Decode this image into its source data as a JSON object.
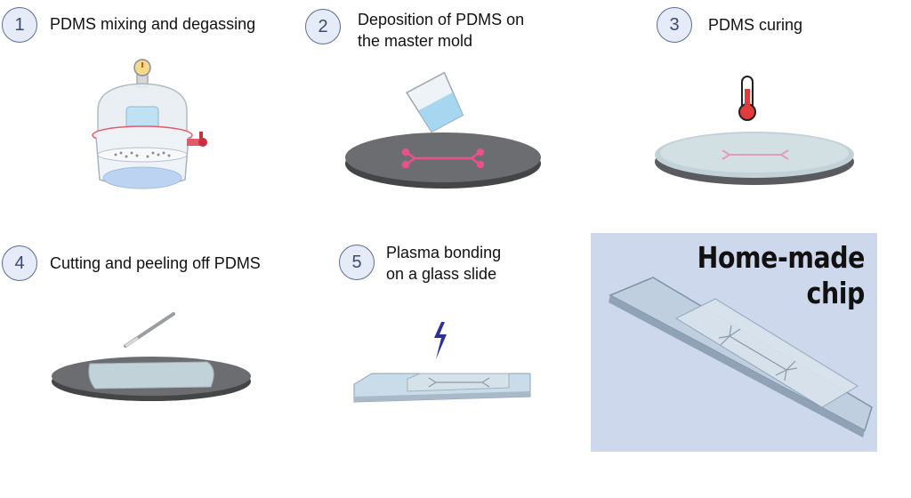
{
  "steps": [
    {
      "number": "1",
      "label": "PDMS mixing and degassing"
    },
    {
      "number": "2",
      "label_line1": "Deposition of PDMS on",
      "label_line2": "the master mold"
    },
    {
      "number": "3",
      "label": "PDMS curing"
    },
    {
      "number": "4",
      "label": "Cutting and peeling off PDMS"
    },
    {
      "number": "5",
      "label_line1": "Plasma bonding",
      "label_line2": "on a glass slide"
    }
  ],
  "result": {
    "title_line1": "Home-made",
    "title_line2": "chip"
  },
  "colors": {
    "badge_fill": "#e6ecf7",
    "badge_stroke": "#5b6b91",
    "mold_gray": "#5f6062",
    "pdms_pink": "#e8518c",
    "glass_blue": "#c9dcea",
    "bolt": "#2d2f9c",
    "panel_bg": "#cdd8ec"
  }
}
